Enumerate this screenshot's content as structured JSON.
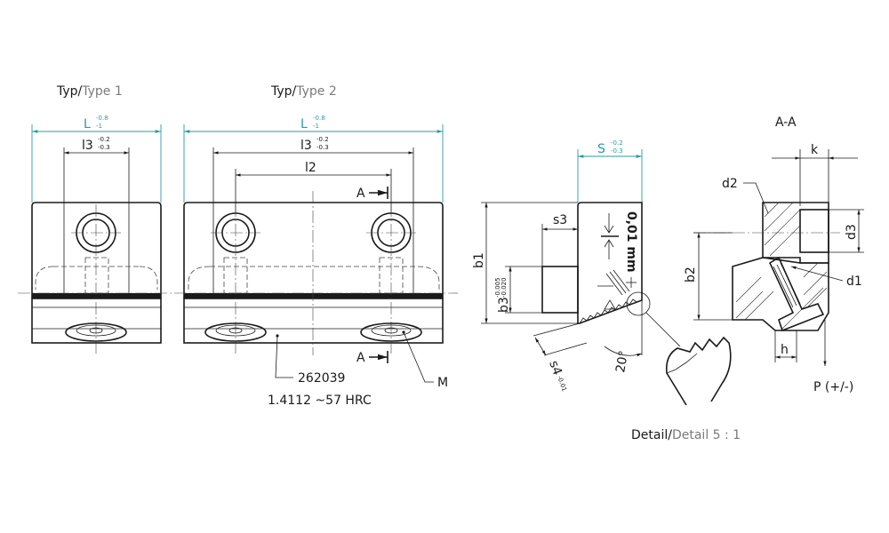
{
  "type1": {
    "title_de": "Typ",
    "sep": "/",
    "title_en": "Type 1"
  },
  "type2": {
    "title_de": "Typ",
    "sep": "/",
    "title_en": "Type 2"
  },
  "dims": {
    "L": "L",
    "L_tol_up": "-0.8",
    "L_tol_lo": "-1",
    "l3": "l3",
    "l3_tol_up": "-0.2",
    "l3_tol_lo": "-0.3",
    "l2": "l2",
    "S": "S",
    "S_tol_up": "-0.2",
    "S_tol_lo": "-0.3",
    "s3": "s3",
    "b1": "b1",
    "b3": "b3",
    "b3_tol_up": "-0.005",
    "b3_tol_lo": "-0.020",
    "s4": "s4",
    "s4_tol": "-0.01",
    "angle": "20°",
    "k": "k",
    "d2": "d2",
    "d3": "d3",
    "b2": "b2",
    "d1": "d1",
    "h": "h"
  },
  "section_label": "A",
  "section_title": "A-A",
  "part_number": "262039",
  "material": "1.4112 ~57 HRC",
  "label_M": "M",
  "force": "P (+/-)",
  "side_marking": "0,01 mm",
  "detail": {
    "de": "Detail",
    "sep": "/",
    "en": "Detail 5 : 1"
  },
  "colors": {
    "accent": "#2a9aa8",
    "line": "#1a1a1a",
    "secondary": "#7a7a7a"
  }
}
